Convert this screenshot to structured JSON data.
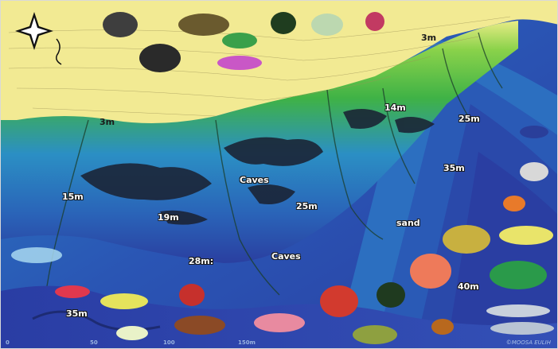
{
  "depth_labels": {
    "d3_top": "3m",
    "d3_left": "3m",
    "d14": "14m",
    "d25_right": "25m",
    "d35_right": "35m",
    "d15": "15m",
    "d19": "19m",
    "d25_mid": "25m",
    "d28": "28m:",
    "d40": "40m",
    "d35_left": "35m"
  },
  "zone_labels": {
    "caves_upper": "Caves",
    "caves_lower": "Caves",
    "sand": "sand"
  },
  "scale_ticks": [
    "0",
    "50",
    "100",
    "150m"
  ],
  "credit": "©MOOSA EULIH",
  "colors": {
    "reef_top": "#f2ea93",
    "wall_green": "#57c83d",
    "water_light": "#2f86c7",
    "water_deep": "#2840a0",
    "seabed": "#3a48a8"
  }
}
